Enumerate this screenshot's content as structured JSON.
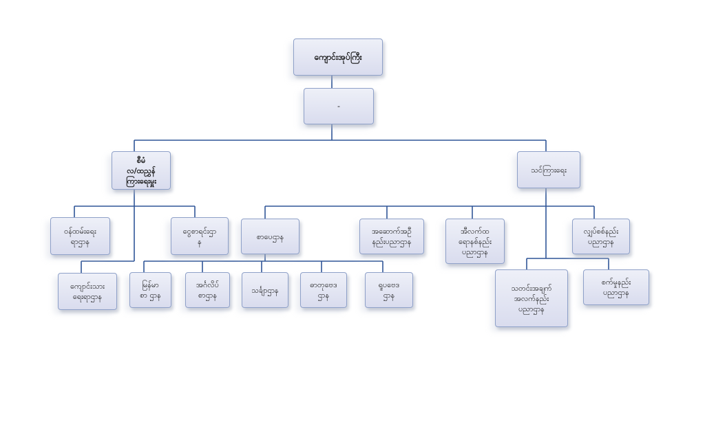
{
  "nodes": {
    "root": "ကျောင်းအုပ်ကြီး",
    "second": "-",
    "left_branch": "စီမံ\nလ/ထညွှန်\nကြားရေးမှူး",
    "right_branch": "သင်ကြားရေး",
    "office": "ဝန်ထမ်းရေး\nရာဌာန",
    "finance": "ငွေစာရင်းဌာ\nန",
    "students": "ကျောင်းသား\nရေးရာဌာန",
    "languages": "စာပေဌာန",
    "myanmar": "မြန်မာ\nစာ ဌာန",
    "english": "အင်္ဂလိပ်\nစာဌာန",
    "math": "သင်္ချာဌာန",
    "chemistry": "ဓာတုဗေဒ\nဌာန",
    "physics": "ရူပဗေဒ\nဌာန",
    "construction": "အဆောက်အဦ\nနည်းပညာဌာန",
    "electronics": "အီလက်ထ\nရောနစ်နည်း\nပညာဌာန",
    "electrical": "လျှပ်စစ်နည်း\nပညာဌာန",
    "comm_it": "သတင်းအချက်\nအလက်နည်း\nပညာဌာန",
    "mechanical": "စက်မှုနည်း\nပညာဌာန"
  }
}
